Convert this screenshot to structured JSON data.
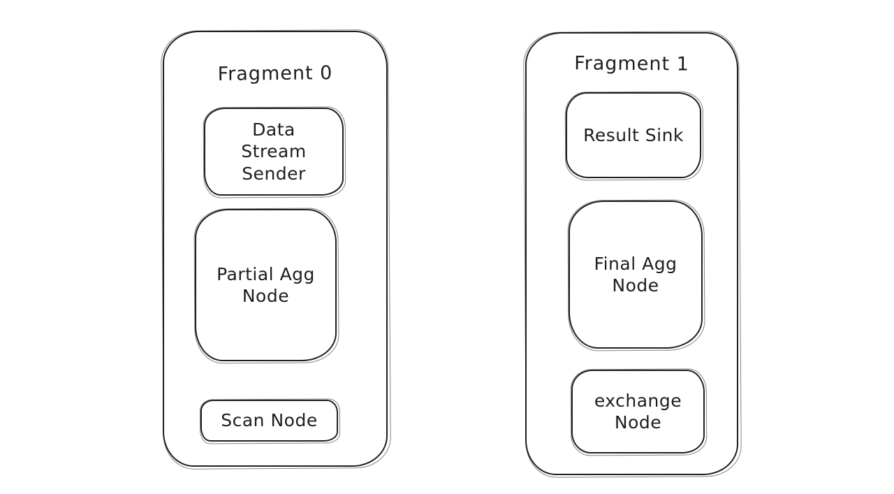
{
  "canvas": {
    "background_color": "#ffffff",
    "stroke_color": "#1f1f1f"
  },
  "fragments": [
    {
      "title": "Fragment 0",
      "nodes": [
        {
          "label": "Data\nStream\nSender"
        },
        {
          "label": "Partial Agg\nNode"
        },
        {
          "label": "Scan Node"
        }
      ]
    },
    {
      "title": "Fragment 1",
      "nodes": [
        {
          "label": "Result Sink"
        },
        {
          "label": "Final Agg\nNode"
        },
        {
          "label": "exchange\nNode"
        }
      ]
    }
  ]
}
